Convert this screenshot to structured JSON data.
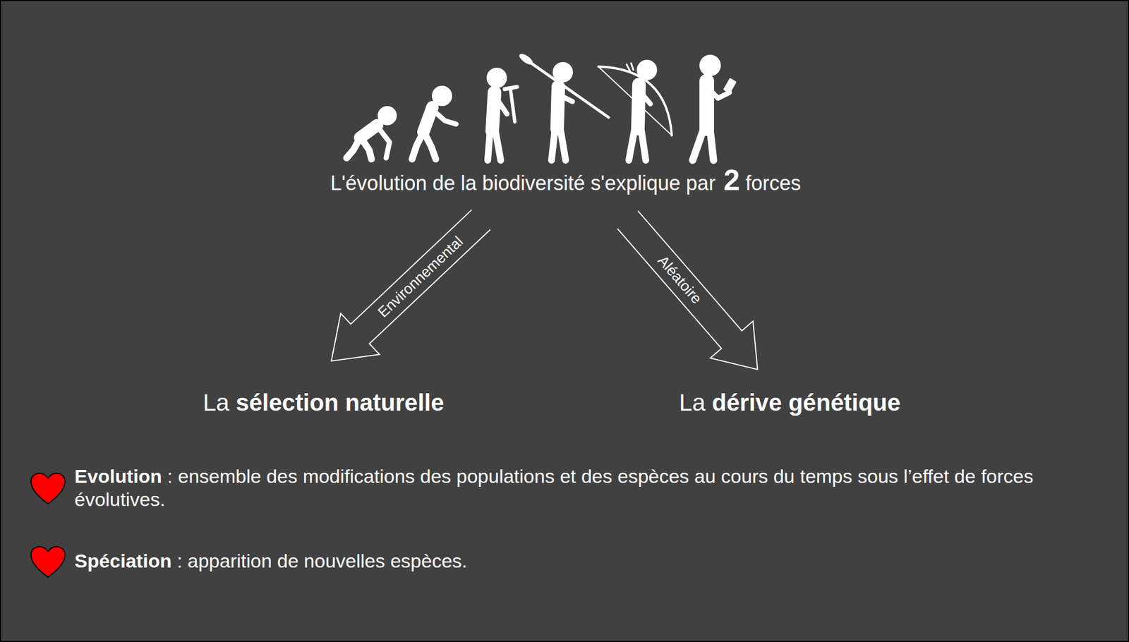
{
  "diagram": {
    "nodes": [
      {
        "text": [
          "L'évolution de la biodiversité s'explique par 2 forces"
        ]
      },
      {
        "text": [
          "La sélection naturelle"
        ]
      },
      {
        "text": [
          "La dérive génétique"
        ]
      }
    ],
    "edges": [
      {
        "from": 0,
        "to": 1,
        "label": "Environnemental",
        "arrow": "to"
      },
      {
        "from": 0,
        "to": 2,
        "label": "Aléatoire",
        "arrow": "to"
      }
    ],
    "labels": [
      "Evolution : ensemble des modifications des populations et des espèces au cours du temps sous l’effet de forces évolutives.",
      "Spéciation : apparition de nouvelles espèces."
    ]
  }
}
